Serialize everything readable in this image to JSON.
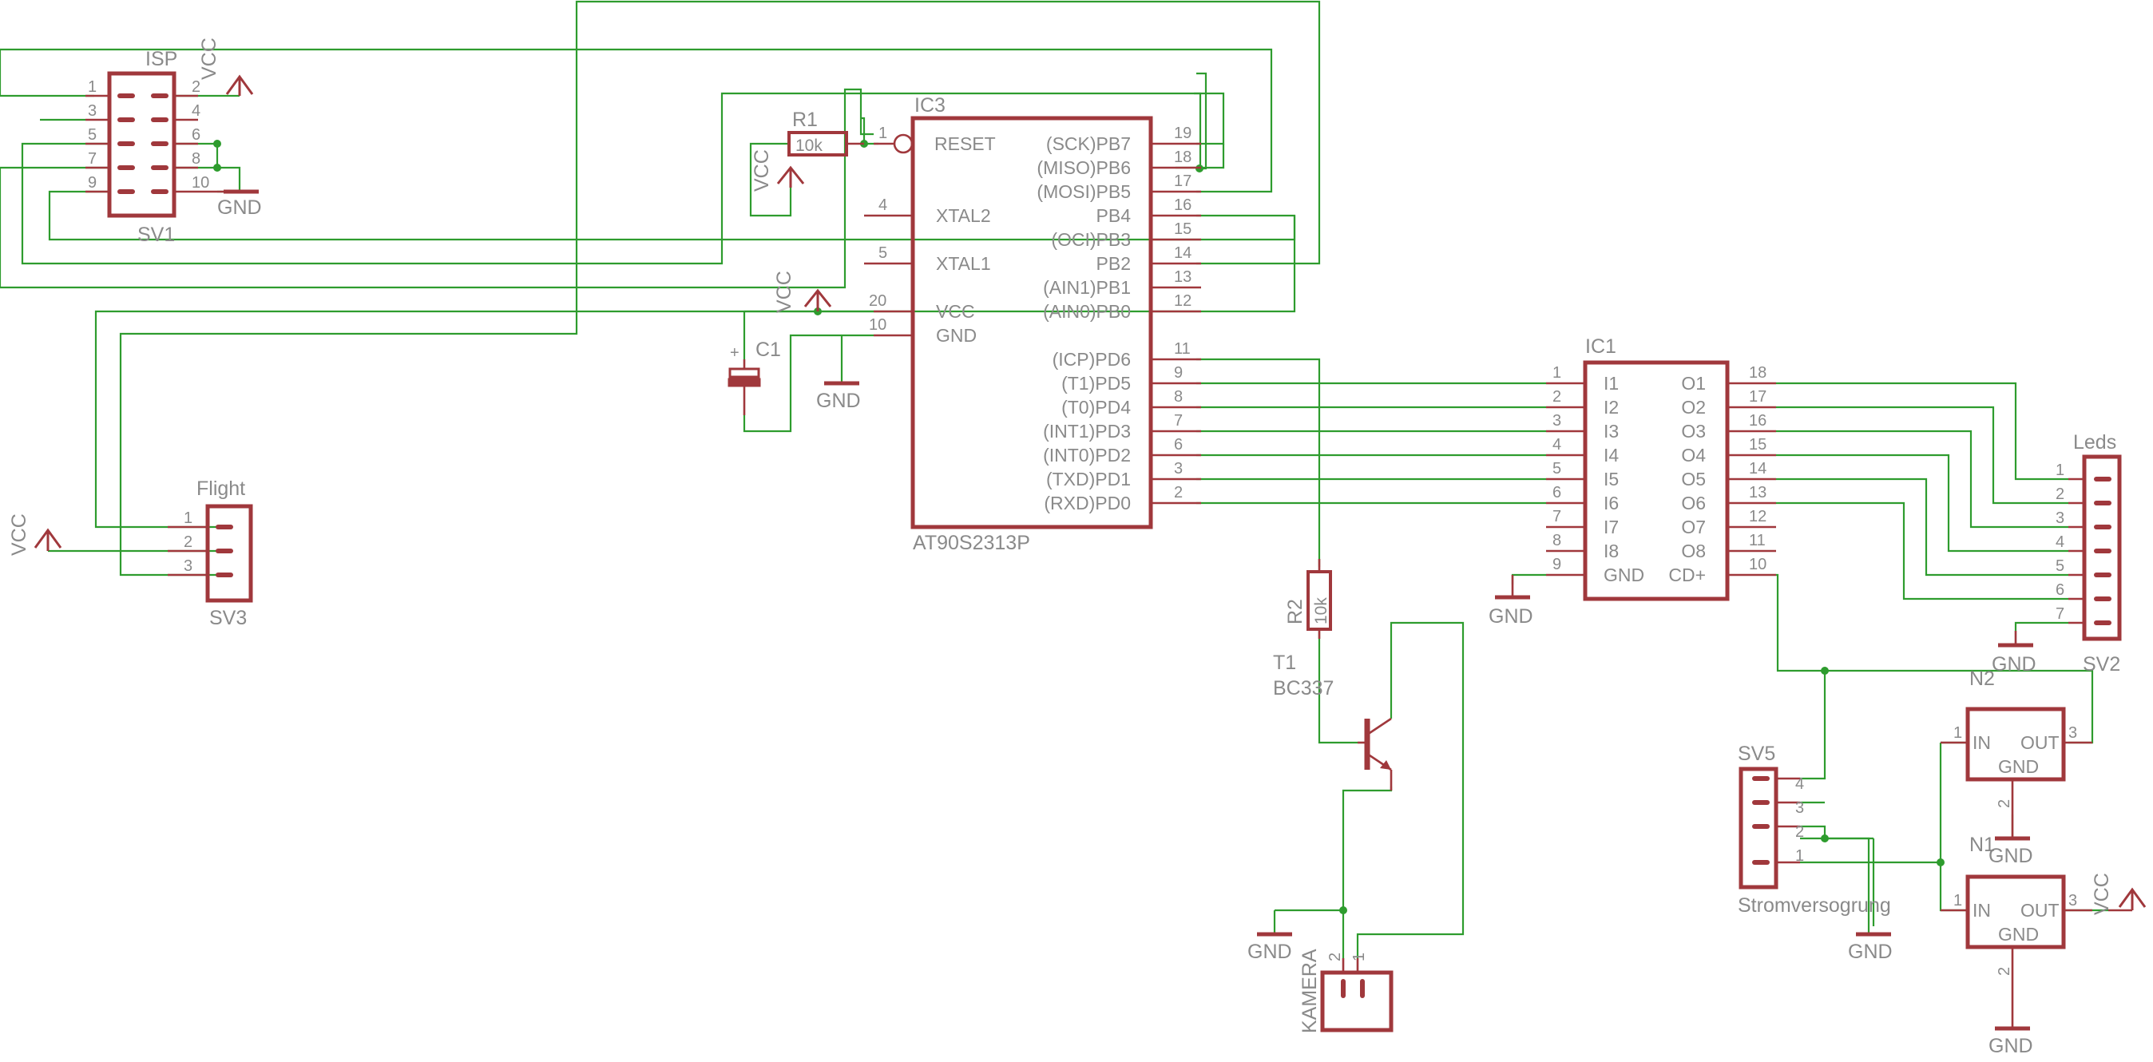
{
  "schematic": {
    "isp": {
      "name": "ISP",
      "value": "SV1",
      "pins_left": [
        "1",
        "3",
        "5",
        "7",
        "9"
      ],
      "pins_right": [
        "2",
        "4",
        "6",
        "8",
        "10"
      ],
      "vcc": "VCC",
      "gnd": "GND"
    },
    "r1": {
      "name": "R1",
      "value": "10k",
      "vcc": "VCC",
      "pin": "1"
    },
    "ic3": {
      "name": "IC3",
      "value": "AT90S2313P",
      "left_pins": [
        {
          "num": "1",
          "label": "RESET"
        },
        {
          "num": "4",
          "label": "XTAL2"
        },
        {
          "num": "5",
          "label": "XTAL1"
        },
        {
          "num": "20",
          "label": "VCC"
        },
        {
          "num": "10",
          "label": "GND"
        }
      ],
      "right_pins": [
        {
          "num": "19",
          "label": "(SCK)PB7"
        },
        {
          "num": "18",
          "label": "(MISO)PB6"
        },
        {
          "num": "17",
          "label": "(MOSI)PB5"
        },
        {
          "num": "16",
          "label": "PB4"
        },
        {
          "num": "15",
          "label": "(OCI)PB3"
        },
        {
          "num": "14",
          "label": "PB2"
        },
        {
          "num": "13",
          "label": "(AIN1)PB1"
        },
        {
          "num": "12",
          "label": "(AIN0)PB0"
        },
        {
          "num": "11",
          "label": "(ICP)PD6"
        },
        {
          "num": "9",
          "label": "(T1)PD5"
        },
        {
          "num": "8",
          "label": "(T0)PD4"
        },
        {
          "num": "7",
          "label": "(INT1)PD3"
        },
        {
          "num": "6",
          "label": "(INT0)PD2"
        },
        {
          "num": "3",
          "label": "(TXD)PD1"
        },
        {
          "num": "2",
          "label": "(RXD)PD0"
        }
      ]
    },
    "c1": {
      "name": "C1",
      "vcc": "VCC",
      "gnd": "GND",
      "plus": "+"
    },
    "flight": {
      "name": "Flight",
      "value": "SV3",
      "pins": [
        "1",
        "2",
        "3"
      ],
      "vcc": "VCC"
    },
    "ic1": {
      "name": "IC1",
      "left_pins": [
        {
          "num": "1",
          "label": "I1"
        },
        {
          "num": "2",
          "label": "I2"
        },
        {
          "num": "3",
          "label": "I3"
        },
        {
          "num": "4",
          "label": "I4"
        },
        {
          "num": "5",
          "label": "I5"
        },
        {
          "num": "6",
          "label": "I6"
        },
        {
          "num": "7",
          "label": "I7"
        },
        {
          "num": "8",
          "label": "I8"
        },
        {
          "num": "9",
          "label": "GND"
        }
      ],
      "right_pins": [
        {
          "num": "18",
          "label": "O1"
        },
        {
          "num": "17",
          "label": "O2"
        },
        {
          "num": "16",
          "label": "O3"
        },
        {
          "num": "15",
          "label": "O4"
        },
        {
          "num": "14",
          "label": "O5"
        },
        {
          "num": "13",
          "label": "O6"
        },
        {
          "num": "12",
          "label": "O7"
        },
        {
          "num": "11",
          "label": "O8"
        },
        {
          "num": "10",
          "label": "CD+"
        }
      ],
      "gnd": "GND"
    },
    "leds": {
      "name": "Leds",
      "value": "SV2",
      "pins": [
        "1",
        "2",
        "3",
        "4",
        "5",
        "6",
        "7"
      ],
      "gnd": "GND"
    },
    "r2": {
      "name": "R2",
      "value": "10k"
    },
    "t1": {
      "name": "T1",
      "value": "BC337"
    },
    "kamera": {
      "name": "KAMERA",
      "pins": [
        "2",
        "1"
      ],
      "gnd": "GND"
    },
    "sv5": {
      "name": "SV5",
      "value": "Stromversogrung",
      "pins": [
        "4",
        "3",
        "2",
        "1"
      ],
      "gnd": "GND"
    },
    "n2": {
      "name": "N2",
      "in": "IN",
      "out": "OUT",
      "gnd": "GND",
      "pin_in": "1",
      "pin_out": "3",
      "pin_gnd": "2",
      "gnd_label": "GND"
    },
    "n1": {
      "name": "N1",
      "in": "IN",
      "out": "OUT",
      "gnd": "GND",
      "pin_in": "1",
      "pin_out": "3",
      "pin_gnd": "2",
      "gnd_label": "GND",
      "vcc": "VCC"
    }
  }
}
